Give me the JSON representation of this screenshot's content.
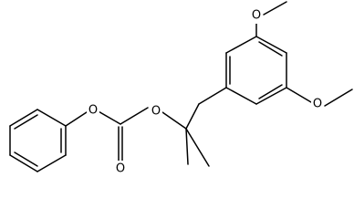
{
  "molecule": {
    "oxygen_labels": {
      "ester_oxygen_phenyl": "O",
      "ester_oxygen_aryl": "O",
      "carbonyl_oxygen": "O",
      "methoxy_oxygen_top": "O",
      "methoxy_oxygen_bottom": "O"
    }
  }
}
